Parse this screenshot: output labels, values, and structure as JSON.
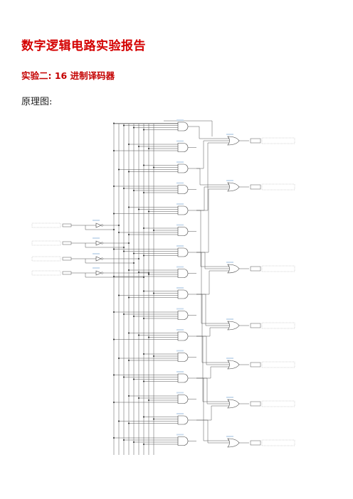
{
  "document": {
    "title": "数字逻辑电路实验报告",
    "subtitle": "实验二: 16 进制译码器",
    "schematic_label": "原理图:"
  }
}
